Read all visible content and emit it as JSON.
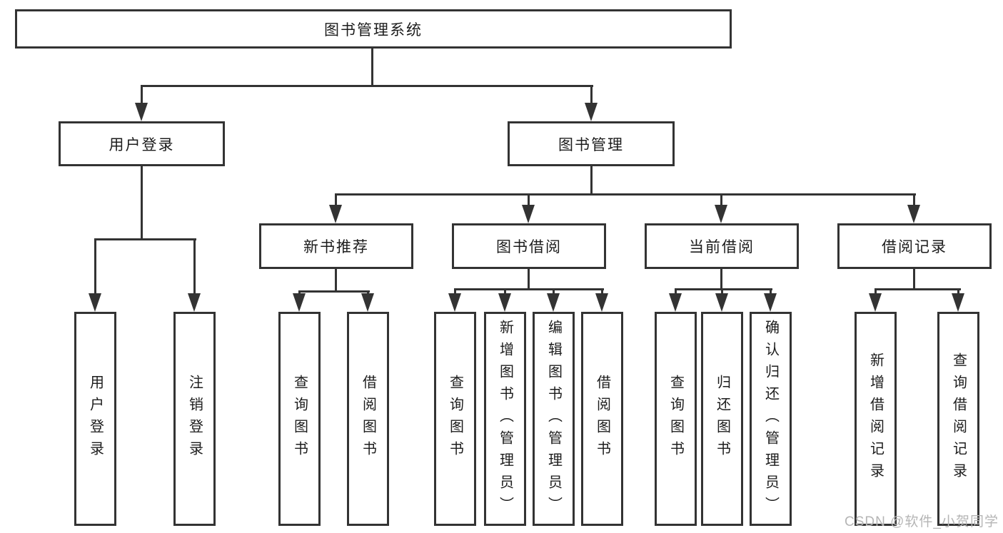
{
  "title": "图书管理系统",
  "watermark": "CSDN @软件_小贺同学",
  "colors": {
    "line": "#333333",
    "text": "#1c1c1c",
    "watermark": "#b5b5b5",
    "bg": "#ffffff"
  },
  "tree": {
    "label": "图书管理系统",
    "children": [
      {
        "label": "用户登录",
        "children": [
          {
            "label": "用户登录"
          },
          {
            "label": "注销登录"
          }
        ]
      },
      {
        "label": "图书管理",
        "children": [
          {
            "label": "新书推荐",
            "children": [
              {
                "label": "查询图书"
              },
              {
                "label": "借阅图书"
              }
            ]
          },
          {
            "label": "图书借阅",
            "children": [
              {
                "label": "查询图书"
              },
              {
                "label": "新增图书（管理员）"
              },
              {
                "label": "编辑图书（管理员）"
              },
              {
                "label": "借阅图书"
              }
            ]
          },
          {
            "label": "当前借阅",
            "children": [
              {
                "label": "查询图书"
              },
              {
                "label": "归还图书"
              },
              {
                "label": "确认归还（管理员）"
              }
            ]
          },
          {
            "label": "借阅记录",
            "children": [
              {
                "label": "新增借阅记录"
              },
              {
                "label": "查询借阅记录"
              }
            ]
          }
        ]
      }
    ]
  }
}
